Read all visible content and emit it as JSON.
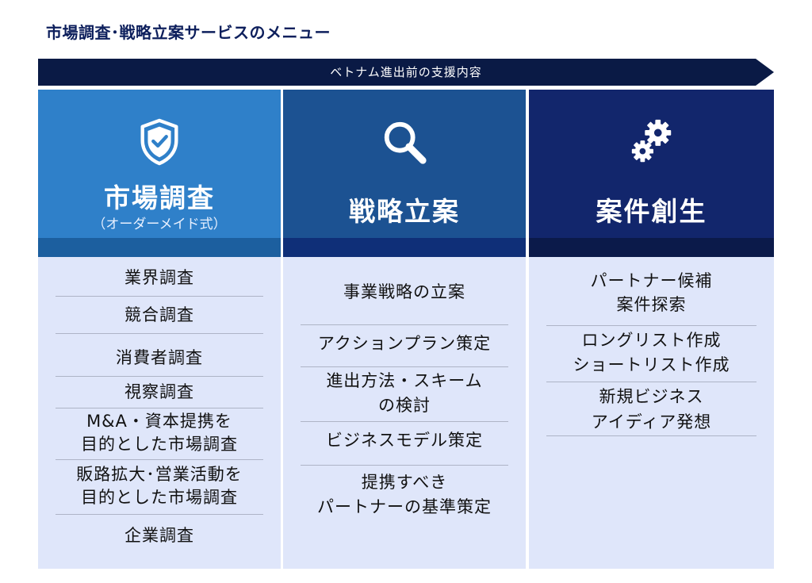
{
  "title": "市場調査･戦略立案サービスのメニュー",
  "banner": "ベトナム進出前の支援内容",
  "columns": [
    {
      "icon": "shield-check-icon",
      "title": "市場調査",
      "subtitle": "（オーダーメイド式）",
      "items": [
        "業界調査",
        "競合調査",
        "消費者調査",
        "視察調査",
        "M&A・資本提携を\n目的とした市場調査",
        "販路拡大･営業活動を\n目的とした市場調査",
        "企業調査"
      ]
    },
    {
      "icon": "magnifier-icon",
      "title": "戦略立案",
      "items": [
        "事業戦略の立案",
        "アクションプラン策定",
        "進出方法・スキーム\nの検討",
        "ビジネスモデル策定",
        "提携すべき\nパートナーの基準策定"
      ]
    },
    {
      "icon": "gears-icon",
      "title": "案件創生",
      "items": [
        "パートナー候補\n案件探索",
        "ロングリスト作成\nショートリスト作成",
        "新規ビジネス\nアイディア発想"
      ]
    }
  ]
}
